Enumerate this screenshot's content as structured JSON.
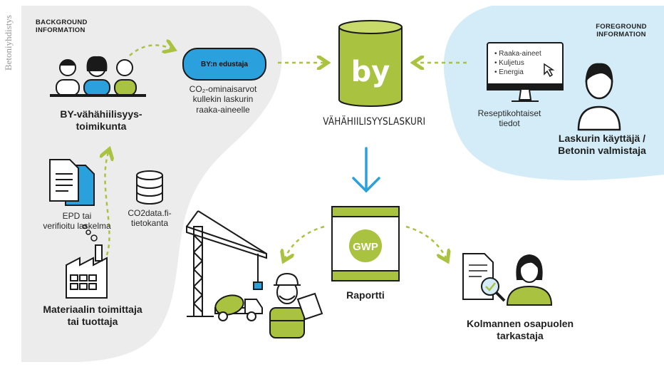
{
  "side_label": "Betoniyhdistys",
  "background_tag": "BACKGROUND\nINFORMATION",
  "foreground_tag": "FOREGROUND\nINFORMATION",
  "committee_name": "BY-vähähiilisyys-\ntoimikunta",
  "representative_label": "BY:n edustaja",
  "co2_text": "CO₂-ominaisarvot\nkullekin laskurin\nraaka-aineelle",
  "calculator_logo": "by",
  "calculator_title": "VÄHÄHIILISYYSLASKURI",
  "screen_items": [
    "Raaka-aineet",
    "Kuljetus",
    "Energia"
  ],
  "recipe_text": "Reseptikohtaiset\ntiedot",
  "user_label": "Laskurin käyttäjä /\nBetonin valmistaja",
  "epd_text": "EPD tai\nverifioitu laskelma",
  "co2data_text": "CO2data.fi-\ntietokanta",
  "supplier_label": "Materiaalin toimittaja\ntai tuottaja",
  "report_badge": "GWP",
  "report_label": "Raportti",
  "inspector_label": "Kolmannen osapuolen\ntarkastaja",
  "colors": {
    "green": "#a9c23f",
    "blue": "#2aa0dc",
    "gray_bg": "#ececec",
    "light_blue_bg": "#d3ecf7",
    "arrow_blue": "#2aa0dc"
  }
}
